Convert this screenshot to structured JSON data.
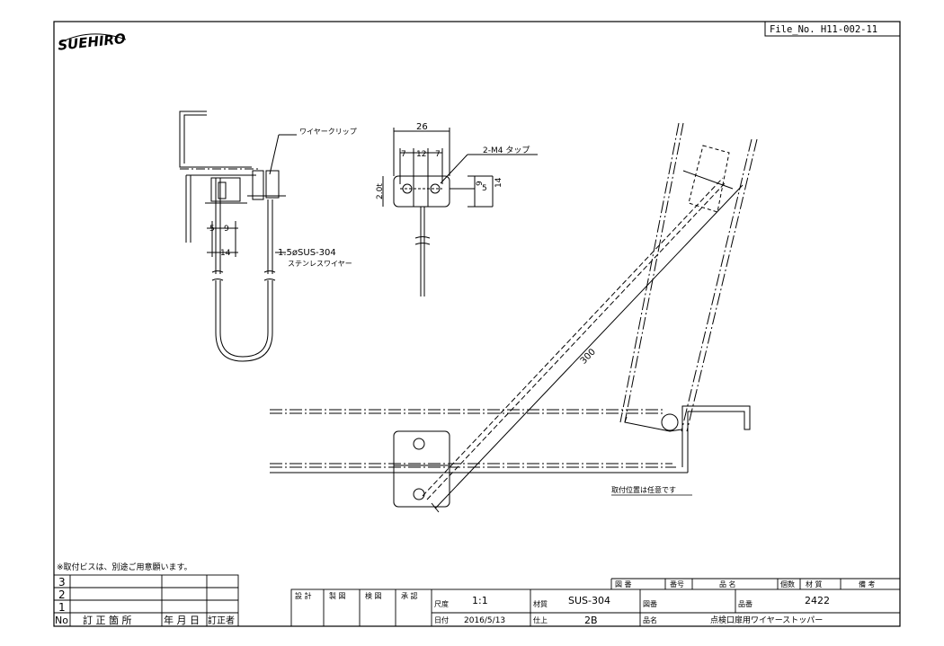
{
  "logo_text": "SUEHIRO",
  "file_no": "File_No. H11-002-11",
  "labels": {
    "wire_clip": "ワイヤークリップ",
    "tap": "2-M4 タップ",
    "wire_spec": "1.5øSUS-304",
    "wire_name": "ステンレスワイヤー",
    "mount_note": "取付位置は任意です",
    "screw_note": "※取付ビスは、別途ご用意願います。"
  },
  "dims": {
    "d26": "26",
    "d7a": "7",
    "d12": "12",
    "d7b": "7",
    "d2t": "2.0t",
    "d9": "9",
    "d5": "5",
    "d14": "14",
    "d5b": "5",
    "d9b": "9",
    "d14b": "14",
    "d300": "300"
  },
  "revision": {
    "rows": [
      "3",
      "2",
      "1"
    ],
    "header": [
      "No",
      "訂 正 箇 所",
      "年 月 日",
      "訂正者"
    ]
  },
  "approval": [
    "設 計",
    "製 図",
    "検 図",
    "承 認"
  ],
  "title_block": {
    "scale_label": "尺度",
    "scale": "1:1",
    "date_label": "日付",
    "date": "2016/5/13",
    "material_label": "材質",
    "material": "SUS-304",
    "finish_label": "仕上",
    "finish": "2B",
    "drawing_no_label": "図番",
    "part_no_label": "品番",
    "part_no": "2422",
    "name_label": "品名",
    "name": "点検口扉用ワイヤーストッパー"
  },
  "parts_header": [
    "図 番",
    "番号",
    "品 名",
    "個数",
    "材 質",
    "備 考"
  ]
}
